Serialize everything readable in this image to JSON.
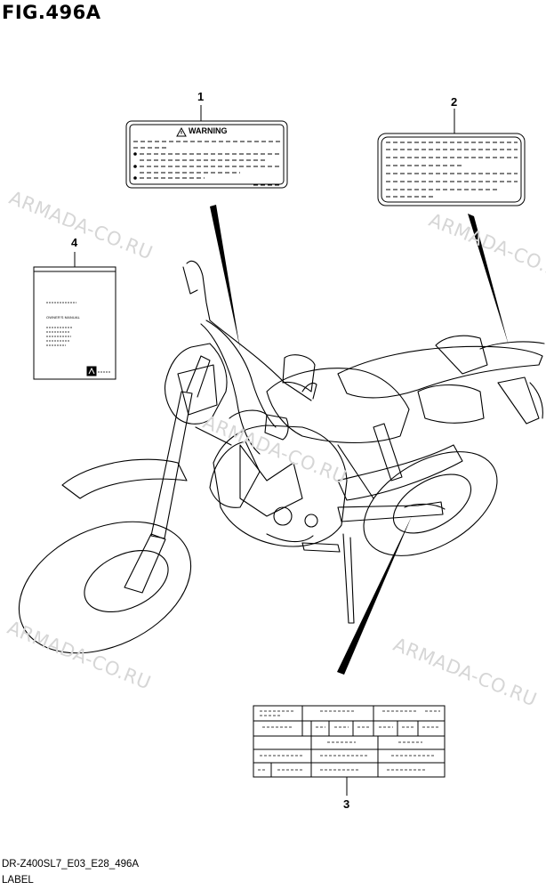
{
  "figure": {
    "title": "FIG.496A"
  },
  "callouts": [
    "1",
    "2",
    "3",
    "4"
  ],
  "labels": {
    "warning_label": {
      "heading": "WARNING"
    },
    "owners_manual": {
      "heading": "OWNER'S MANUAL"
    }
  },
  "watermark": {
    "text": "ARMADA-CO.RU"
  },
  "footer": {
    "model_code": "DR-Z400SL7_E03_E28_496A",
    "section_name": "LABEL"
  }
}
